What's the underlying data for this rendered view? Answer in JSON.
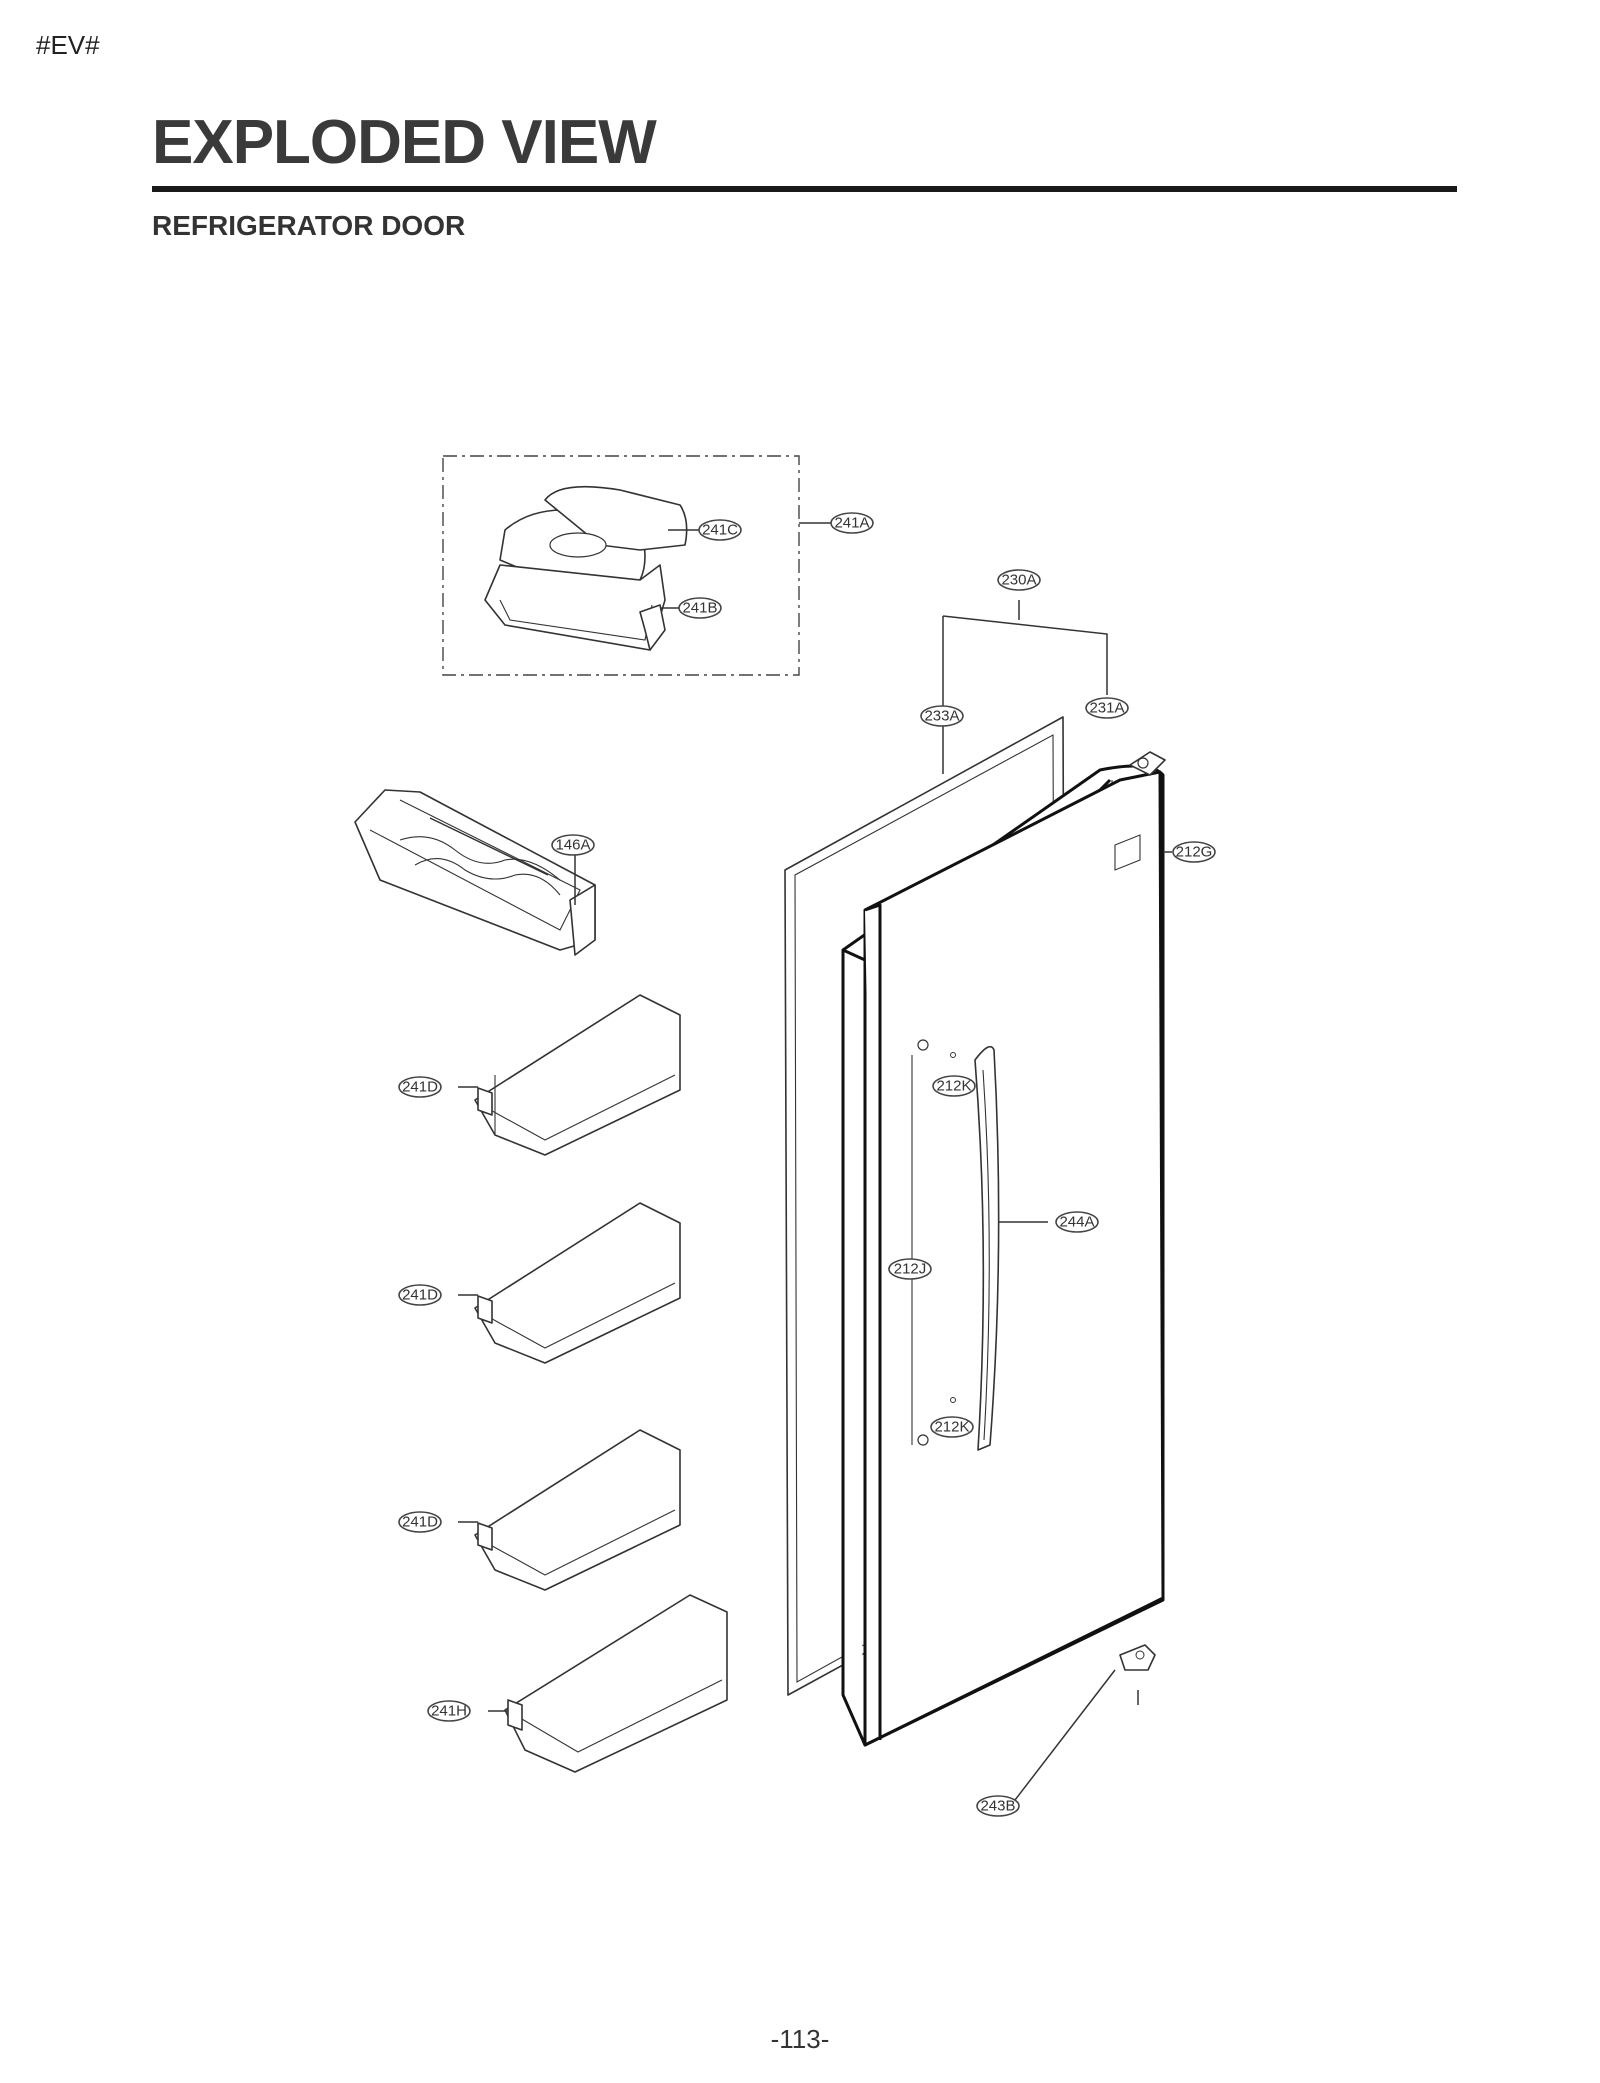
{
  "header": {
    "tag": "#EV#",
    "title": "EXPLODED VIEW",
    "subtitle": "REFRIGERATOR DOOR"
  },
  "callouts": {
    "c241A": "241A",
    "c241C": "241C",
    "c241B": "241B",
    "c230A": "230A",
    "c233A": "233A",
    "c231A": "231A",
    "c146A": "146A",
    "c212G": "212G",
    "c241D_1": "241D",
    "c212K_1": "212K",
    "c244A": "244A",
    "c241D_2": "241D",
    "c212J": "212J",
    "c212K_2": "212K",
    "c241D_3": "241D",
    "c241H": "241H",
    "c243B": "243B"
  },
  "footer": {
    "page_number": "-113-"
  }
}
